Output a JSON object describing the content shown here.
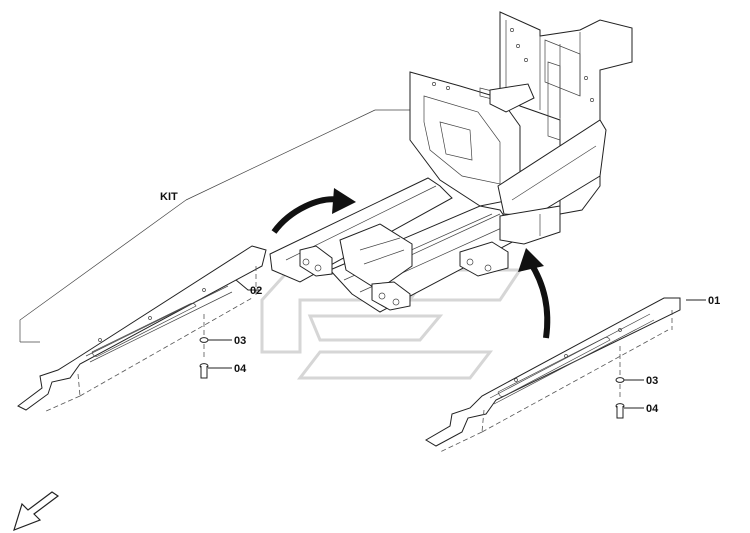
{
  "labels": {
    "kit": "KIT",
    "p01": "01",
    "p02": "02",
    "p03_left": "03",
    "p04_left": "04",
    "p03_right": "03",
    "p04_right": "04"
  },
  "colors": {
    "line": "#222222",
    "arrow": "#111111",
    "watermark": "#d6d6d6",
    "background": "#ffffff"
  },
  "icons": {
    "rotate_arrow_top": "curved-arrow-icon",
    "rotate_arrow_right": "curved-arrow-icon",
    "orientation_arrow": "direction-arrow-icon"
  }
}
